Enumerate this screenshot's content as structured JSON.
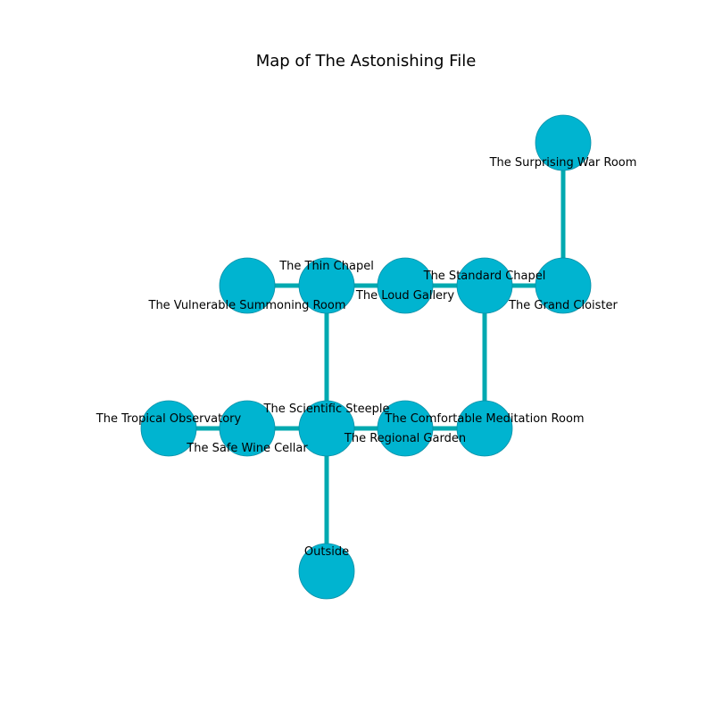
{
  "title": "Map of The Astonishing File",
  "colors": {
    "node_fill": "#00b4d0",
    "node_stroke": "#0a8fa6",
    "edge": "#00a9b0",
    "background": "#ffffff"
  },
  "rooms": [
    {
      "id": "war_room",
      "label": "The Surprising War Room"
    },
    {
      "id": "thin_chapel",
      "label": "The Thin Chapel"
    },
    {
      "id": "vulnerable",
      "label": "The Vulnerable Summoning Room"
    },
    {
      "id": "loud_gallery",
      "label": "The Loud Gallery"
    },
    {
      "id": "standard_chapel",
      "label": "The Standard Chapel"
    },
    {
      "id": "grand_cloister",
      "label": "The Grand Cloister"
    },
    {
      "id": "tropical",
      "label": "The Tropical Observatory"
    },
    {
      "id": "safe_cellar",
      "label": "The Safe Wine Cellar"
    },
    {
      "id": "steeple",
      "label": "The Scientific Steeple"
    },
    {
      "id": "regional",
      "label": "The Regional Garden"
    },
    {
      "id": "meditation",
      "label": "The Comfortable Meditation Room"
    },
    {
      "id": "outside",
      "label": "Outside"
    }
  ],
  "connections": [
    [
      "vulnerable",
      "thin_chapel"
    ],
    [
      "thin_chapel",
      "loud_gallery"
    ],
    [
      "loud_gallery",
      "standard_chapel"
    ],
    [
      "standard_chapel",
      "grand_cloister"
    ],
    [
      "grand_cloister",
      "war_room"
    ],
    [
      "thin_chapel",
      "steeple"
    ],
    [
      "standard_chapel",
      "meditation"
    ],
    [
      "tropical",
      "safe_cellar"
    ],
    [
      "safe_cellar",
      "steeple"
    ],
    [
      "steeple",
      "regional"
    ],
    [
      "regional",
      "meditation"
    ],
    [
      "steeple",
      "outside"
    ]
  ]
}
